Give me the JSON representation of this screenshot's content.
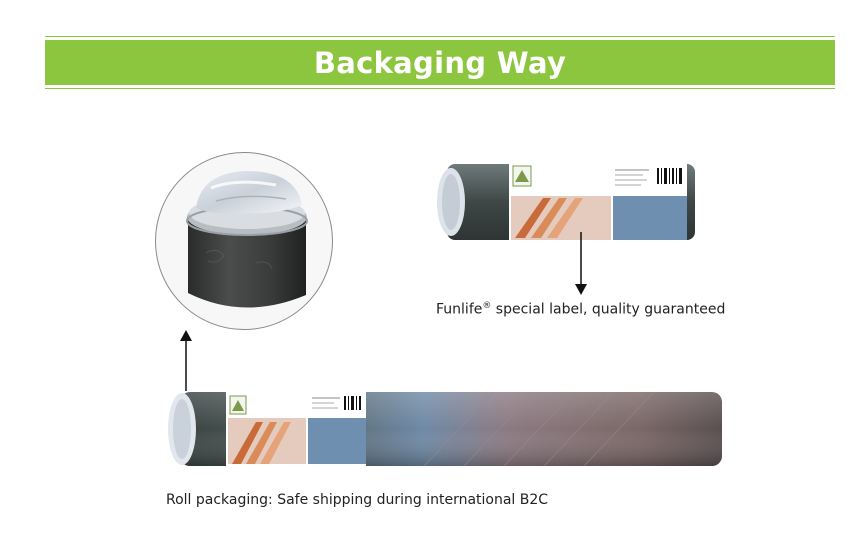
{
  "banner": {
    "title": "Backaging Way",
    "color": "#8cc63f"
  },
  "captions": {
    "label_caption_prefix": "Funlife",
    "label_caption_mark": "®",
    "label_caption_rest": " special label, quality guaranteed",
    "roll_caption": "Roll packaging: Safe shipping during international B2C"
  },
  "images": {
    "closeup": "wrapped-roll-end-closeup",
    "small_roll": "labeled-roll-small",
    "large_roll": "labeled-roll-large"
  }
}
